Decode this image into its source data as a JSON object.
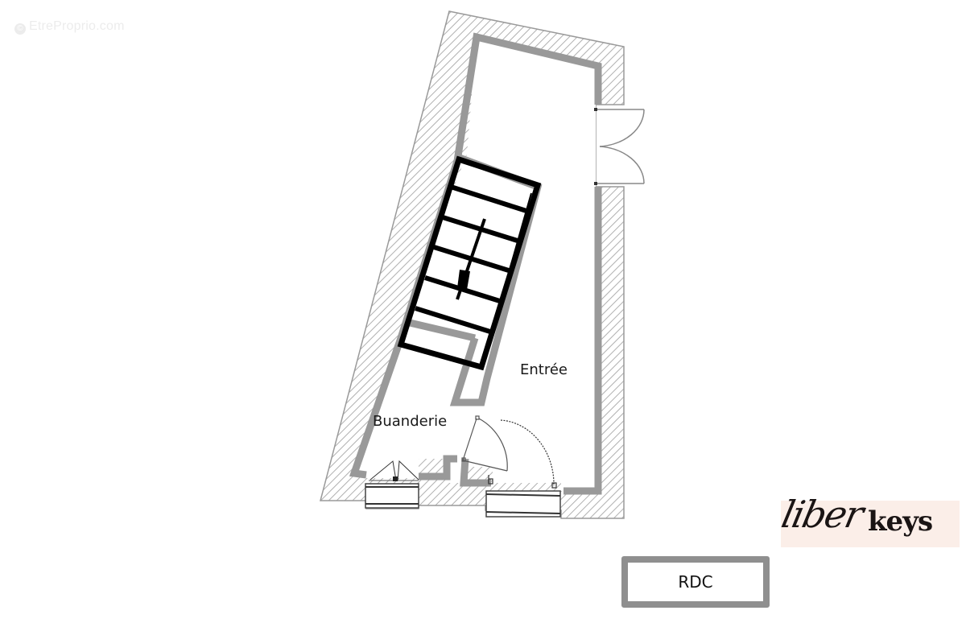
{
  "watermark": {
    "text": "EtreProprio.com",
    "symbol": "©"
  },
  "plan": {
    "level_label": "RDC",
    "rooms": [
      {
        "name": "Entrée"
      },
      {
        "name": "Buanderie"
      }
    ],
    "elements": [
      "exterior-walls-hatched",
      "interior-walls",
      "staircase",
      "double-door",
      "entry-door",
      "interior-door",
      "windows"
    ],
    "colors": {
      "wall_fill": "#999999",
      "hatch": "#b5b5b5",
      "stair": "#000000",
      "background": "#ffffff"
    }
  },
  "logo": {
    "script_part": "liber",
    "bold_part": "keys",
    "background": "#fbeee8"
  }
}
